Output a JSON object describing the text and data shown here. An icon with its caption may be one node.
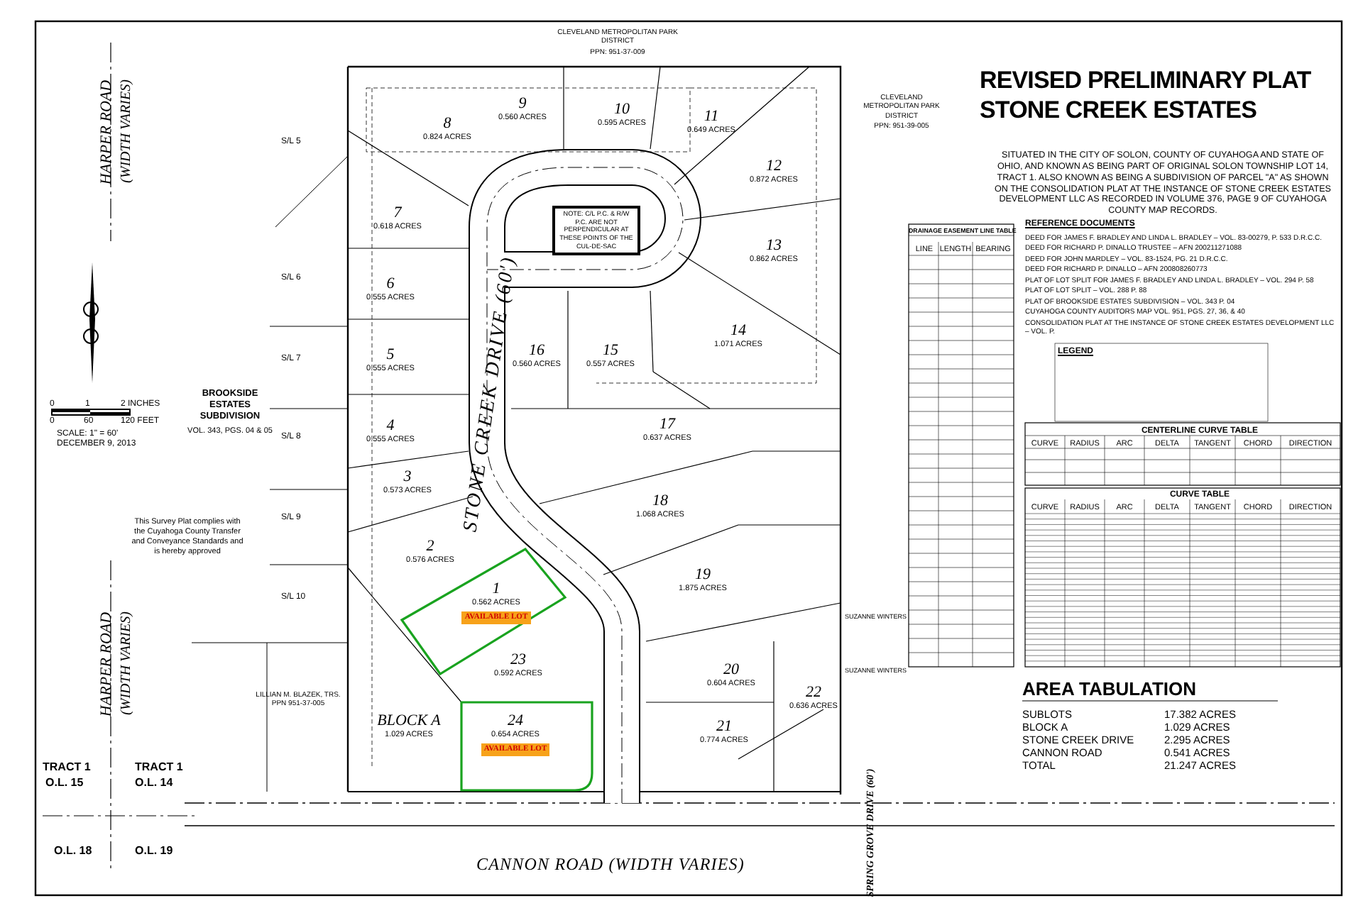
{
  "diagram": {
    "title": "REVISED PRELIMINARY PLAT STONE CREEK ESTATES",
    "nodes": [
      {
        "text": [
          "1",
          "0.562 ACRES",
          "AVAILABLE LOT"
        ]
      },
      {
        "text": [
          "2",
          "0.576 ACRES"
        ]
      },
      {
        "text": [
          "3",
          "0.573 ACRES"
        ]
      },
      {
        "text": [
          "4",
          "0.555 ACRES"
        ]
      },
      {
        "text": [
          "5",
          "0.555 ACRES"
        ]
      },
      {
        "text": [
          "6",
          "0.555 ACRES"
        ]
      },
      {
        "text": [
          "7",
          "0.618 ACRES"
        ]
      },
      {
        "text": [
          "8",
          "0.824 ACRES"
        ]
      },
      {
        "text": [
          "9",
          "0.560 ACRES"
        ]
      },
      {
        "text": [
          "10",
          "0.595 ACRES"
        ]
      },
      {
        "text": [
          "11",
          "0.649 ACRES"
        ]
      },
      {
        "text": [
          "12",
          "0.872 ACRES"
        ]
      },
      {
        "text": [
          "13",
          "0.862 ACRES"
        ]
      },
      {
        "text": [
          "14",
          "1.071 ACRES"
        ]
      },
      {
        "text": [
          "15",
          "0.557 ACRES"
        ]
      },
      {
        "text": [
          "16",
          "0.560 ACRES"
        ]
      },
      {
        "text": [
          "17",
          "0.637 ACRES"
        ]
      },
      {
        "text": [
          "18",
          "1.068 ACRES"
        ]
      },
      {
        "text": [
          "19",
          "1.875 ACRES"
        ]
      },
      {
        "text": [
          "20",
          "0.604 ACRES"
        ]
      },
      {
        "text": [
          "21",
          "0.774 ACRES"
        ]
      },
      {
        "text": [
          "22",
          "0.636 ACRES"
        ]
      },
      {
        "text": [
          "23",
          "0.592 ACRES"
        ]
      },
      {
        "text": [
          "24",
          "0.654 ACRES",
          "AVAILABLE LOT"
        ]
      },
      {
        "text": [
          "BLOCK A",
          "1.029 ACRES"
        ]
      },
      {
        "text": [
          "NOTE: C/L P.C. & R/W P.C. ARE NOT PERPENDICULAR AT THESE POINTS OF THE CUL-DE-SAC"
        ]
      }
    ],
    "edges": [],
    "labels": [
      "SITUATED IN THE CITY OF SOLON, COUNTY OF CUYAHOGA AND STATE OF OHIO, AND KNOWN AS BEING PART OF ORIGINAL SOLON TOWNSHIP LOT 14, TRACT 1. ALSO KNOWN AS BEING A SUBDIVISION OF PARCEL \"A\" AS SHOWN ON THE CONSOLIDATION PLAT AT THE INSTANCE OF STONE CREEK ESTATES DEVELOPMENT LLC AS RECORDED IN VOLUME 376, PAGE 9 OF CUYAHOGA COUNTY MAP RECORDS.",
      "REFERENCE DOCUMENTS",
      "DEED FOR JAMES F. BRADLEY AND LINDA L. BRADLEY – VOL. 83-00279, P. 533 D.R.C.C.",
      "DEED FOR RICHARD P. DINALLO TRUSTEE – AFN 200211271088",
      "DEED FOR JOHN MARDLEY – VOL. 83-1524, PG. 21 D.R.C.C.",
      "DEED FOR RICHARD P. DINALLO – AFN 200808260773",
      "PLAT OF LOT SPLIT FOR JAMES F. BRADLEY AND LINDA L. BRADLEY – VOL. 294 P. 58",
      "PLAT OF LOT SPLIT – VOL. 288 P. 88",
      "PLAT OF BROOKSIDE ESTATES SUBDIVISION – VOL. 343 P. 04",
      "CUYAHOGA COUNTY AUDITORS MAP VOL. 951, PGS. 27, 36, & 40",
      "CONSOLIDATION PLAT AT THE INSTANCE OF STONE CREEK ESTATES DEVELOPMENT LLC – VOL. P.",
      "DRAINAGE EASEMENT LINE TABLE",
      "LINE",
      "LENGTH",
      "BEARING",
      "LEGEND",
      "CENTERLINE CURVE TABLE",
      "CURVE",
      "RADIUS",
      "ARC",
      "DELTA",
      "TANGENT",
      "CHORD",
      "DIRECTION",
      "CURVE TABLE",
      "CURVE",
      "RADIUS",
      "ARC",
      "DELTA",
      "TANGENT",
      "CHORD",
      "DIRECTION",
      "AREA TABULATION",
      "SUBLOTS",
      "17.382 ACRES",
      "BLOCK A",
      "1.029 ACRES",
      "STONE CREEK DRIVE",
      "2.295 ACRES",
      "CANNON ROAD",
      "0.541 ACRES",
      "TOTAL",
      "21.247 ACRES",
      "STONE CREEK DRIVE (60')",
      "HARPER ROAD",
      "(WIDTH VARIES)",
      "HARPER ROAD",
      "(WIDTH VARIES)",
      "CANNON ROAD (WIDTH VARIES)",
      "SPRING GROVE DRIVE (60')",
      "S/L 5",
      "S/L 6",
      "S/L 7",
      "S/L 8",
      "S/L 9",
      "S/L 10",
      "BROOKSIDE ESTATES SUBDIVISION",
      "VOL. 343, PGS. 04 & 05",
      "0",
      "1",
      "2 INCHES",
      "0",
      "60",
      "120 FEET",
      "SCALE: 1\" = 60'",
      "DECEMBER 9, 2013",
      "This Survey Plat complies with the Cuyahoga County Transfer and Conveyance Standards and is hereby approved",
      "TRACT 1",
      "TRACT 1",
      "O.L. 15",
      "O.L. 14",
      "O.L. 18",
      "O.L. 19",
      "LILLIAN M. BLAZEK, TRS.",
      "PPN 951-37-005",
      "CLEVELAND METROPOLITAN PARK DISTRICT",
      "PPN: 951-37-009",
      "CLEVELAND METROPOLITAN PARK DISTRICT",
      "PPN: 951-39-005",
      "SUZANNE WINTERS",
      "SUZANNE WINTERS"
    ]
  }
}
